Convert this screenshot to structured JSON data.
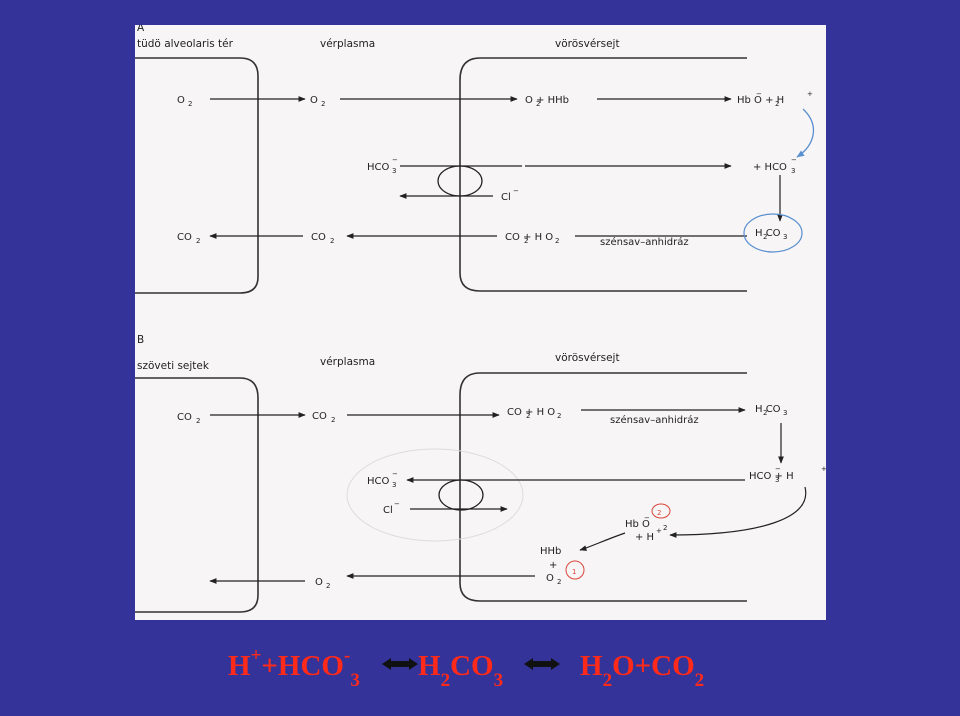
{
  "panel_a": {
    "label": "A",
    "col_left": "tüdö alveolaris tér",
    "col_plasma": "vérplasma",
    "col_rbc": "vörösvérsejt",
    "row1": {
      "o2_alv": "O",
      "o2_plasma": "O",
      "o2_hhb": "O  + HHb",
      "product": "Hb  O  + H"
    },
    "row2": {
      "hco3": "HCO",
      "cl": "Cl",
      "hco3_rbc": "+ HCO"
    },
    "row3": {
      "co2_alv": "CO",
      "co2_plasma": "CO",
      "co2_h2o": "CO  + H O",
      "enzyme": "szénsav–anhidráz",
      "h2co3": "H CO"
    }
  },
  "panel_b": {
    "label": "B",
    "col_left": "szöveti sejtek",
    "col_plasma": "vérplasma",
    "col_rbc": "vörösvérsejt",
    "row1": {
      "co2_tissue": "CO",
      "co2_plasma": "CO",
      "co2_h2o": "CO  + H O",
      "enzyme": "szénsav–anhidráz",
      "h2co3": "H CO"
    },
    "row2": {
      "hco3": "HCO",
      "cl": "Cl",
      "products": "HCO   + H"
    },
    "row3": {
      "hbo2": "Hb  O",
      "plus_h": "+ H",
      "hhb": "HHb",
      "plus": "+",
      "o2_rbc": "O",
      "o2_plasma": "O"
    },
    "annotations": {
      "circled_2": "2",
      "circled_1": "1"
    }
  },
  "equation": {
    "h": "H",
    "h_sup": "+",
    "plus1": "+HCO",
    "hco_sup": "-",
    "hco_sub": "3",
    "h2co3_a": "H",
    "h2co3_sub1": "2",
    "h2co3_b": "CO",
    "h2co3_sub2": "3",
    "water_a": "H",
    "water_sub": "2",
    "water_b": "O+CO",
    "co2_sub": "2"
  },
  "colors": {
    "background": "#333399",
    "equation": "#ff2a1a",
    "annotation": "#5a8fd0",
    "annotation_red": "#d9453a"
  }
}
